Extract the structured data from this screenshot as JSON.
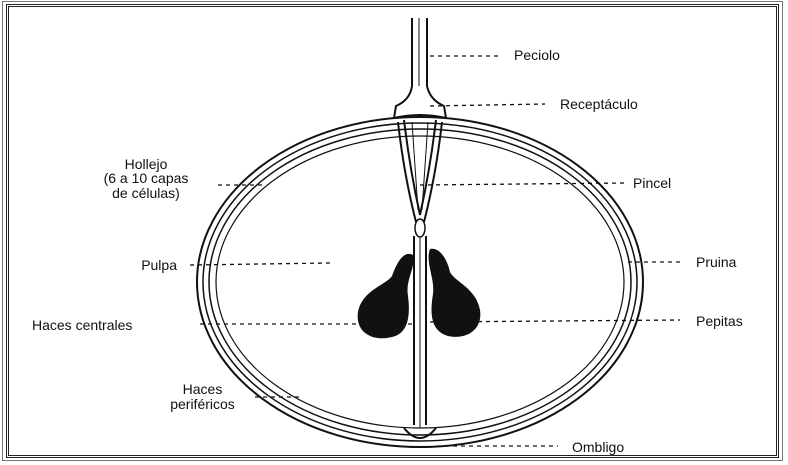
{
  "diagram": {
    "labels": {
      "peciolo": "Peciolo",
      "receptaculo": "Receptáculo",
      "hollejo_1": "Hollejo",
      "hollejo_2": "(6 a 10 capas",
      "hollejo_3": "de células)",
      "pincel": "Pincel",
      "pulpa": "Pulpa",
      "pruina": "Pruina",
      "haces_centrales": "Haces centrales",
      "pepitas": "Pepitas",
      "haces_1": "Haces",
      "haces_2": "periféricos",
      "ombligo": "Ombligo"
    },
    "colors": {
      "line": "#111111",
      "seed": "#111111",
      "background": "#ffffff"
    }
  }
}
